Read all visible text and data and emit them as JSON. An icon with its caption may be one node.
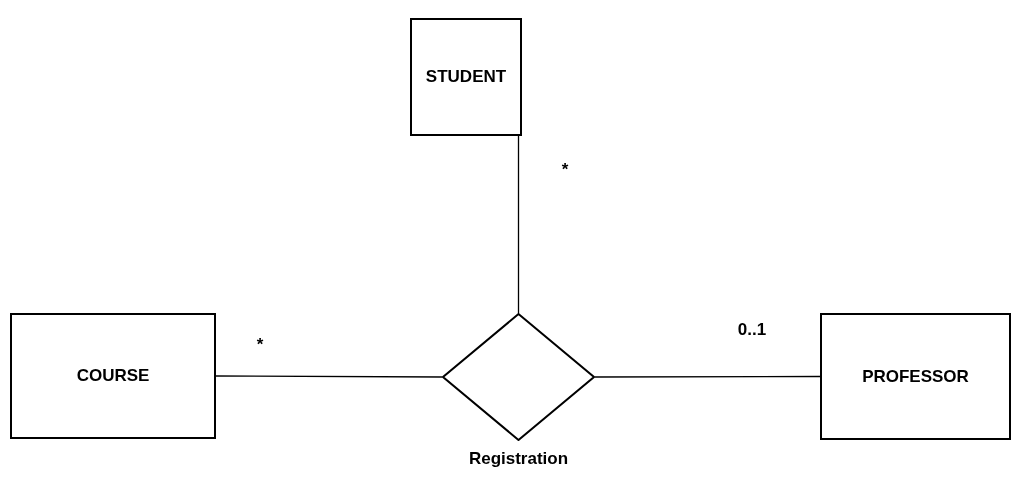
{
  "diagram": {
    "nodes": [
      {
        "text": [
          "STUDENT"
        ]
      },
      {
        "text": [
          "COURSE"
        ]
      },
      {
        "text": [
          "Registration"
        ]
      },
      {
        "text": [
          "PROFESSOR"
        ]
      }
    ],
    "edges": [
      {
        "from": 0,
        "to": 2,
        "arrow": "none",
        "label": "*"
      },
      {
        "from": 1,
        "to": 2,
        "arrow": "none",
        "label": "*"
      },
      {
        "from": 2,
        "to": 3,
        "arrow": "none",
        "label": "0..1"
      }
    ]
  }
}
